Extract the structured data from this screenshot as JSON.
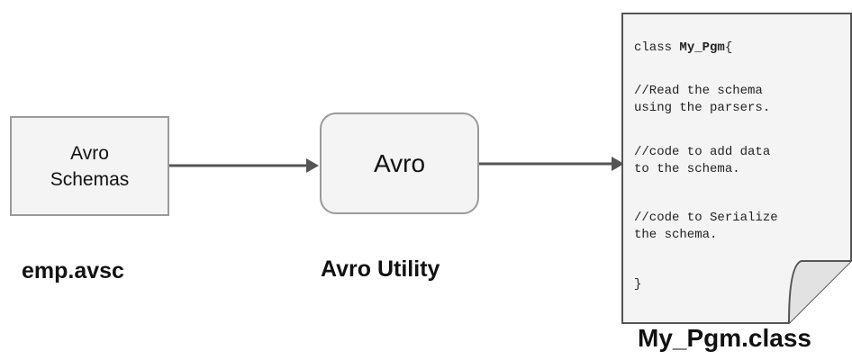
{
  "diagram": {
    "source": {
      "label_line1": "Avro",
      "label_line2": "Schemas",
      "caption": "emp.avsc"
    },
    "utility": {
      "label": "Avro",
      "caption": "Avro Utility"
    },
    "output": {
      "caption": "My_Pgm.class",
      "code": {
        "class_keyword": "class ",
        "class_name": "My_Pgm",
        "class_brace": "{",
        "comment_read": "//Read the schema\nusing the parsers.",
        "comment_add": "//code to add data\nto the schema.",
        "comment_serialize": "//code to Serialize\nthe schema.",
        "closing_brace": "}"
      }
    },
    "colors": {
      "box_fill": "#f4f4f4",
      "box_border": "#9a9a9a",
      "arrow": "#555555",
      "text": "#111111"
    }
  }
}
